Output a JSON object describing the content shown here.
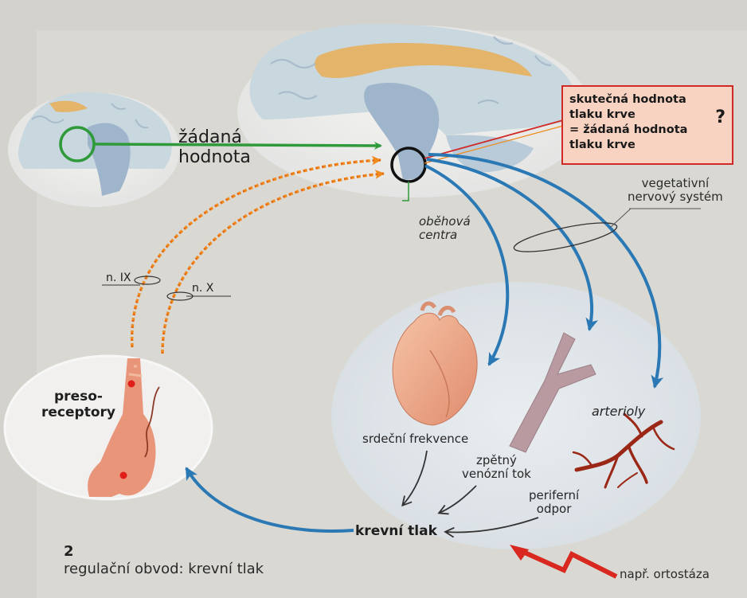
{
  "labels": {
    "setpoint": [
      "žádaná",
      "hodnota"
    ],
    "callout": {
      "actual": [
        "skutečná hodnota",
        "tlaku krve"
      ],
      "target": [
        "= žádaná  hodnota",
        "tlaku krve"
      ],
      "question": "?"
    },
    "circulatory_centers": [
      "oběhová",
      "centra"
    ],
    "autonomic_ns": [
      "vegetativní",
      "nervový systém"
    ],
    "glossopharyngeal": "n. IX",
    "vagus": "n. X",
    "pressoreceptors": [
      "preso-",
      "receptory"
    ],
    "heart_rate": "srdeční frekvence",
    "venous_return": [
      "zpětný",
      "venózní tok"
    ],
    "peripheral_resistance": [
      "periferní",
      "odpor"
    ],
    "arterioles": "arterioly",
    "blood_pressure": "krevní tlak",
    "figure_number": "2",
    "figure_caption": "regulační obvod: krevní tlak",
    "disturbance": "např. ortostáza"
  },
  "colors": {
    "background": "#d4d2cd",
    "brain_tissue": "#c9d7df",
    "brain_stem": "#9fb5cb",
    "corpus_callosum": "#e3b46a",
    "setpoint_arrow": "#2f9a3a",
    "afferent_arrow": "#f08a1c",
    "efferent_arrow": "#2a78b4",
    "callout_fill": "#f8d3c2",
    "callout_border": "#cf2a27",
    "disturbance_arrow": "#d8281f",
    "heart": "#efa987",
    "vessel": "#b89aa0",
    "arteriole": "#9b2716"
  },
  "icons": {
    "brain": "brain-sagittal-icon",
    "heart": "heart-icon",
    "vein": "vein-icon",
    "arterioles": "arteriole-tree-icon",
    "carotid": "carotid-sinus-icon",
    "disturbance": "lightning-arrow-icon"
  }
}
